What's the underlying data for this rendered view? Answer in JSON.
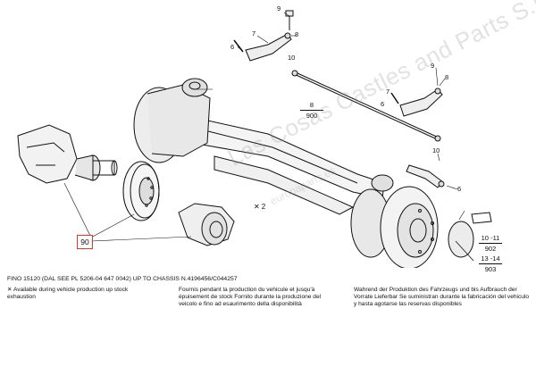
{
  "callouts": {
    "c9_top": "9",
    "c7_top": "7",
    "c6_top": "6",
    "c8_left": "8",
    "c10_left": "10",
    "c9_right": "9",
    "c8_right": "8",
    "c10_right": "10",
    "c7_right": "7",
    "c6_right": "6",
    "c6_lower": "6",
    "c2_star": "2",
    "ref_900": {
      "num": "8",
      "den": "900"
    },
    "ref_902": {
      "num": "10 -11",
      "den": "902"
    },
    "ref_903": {
      "num": "13 -14",
      "den": "903"
    },
    "ref_90": "90"
  },
  "star_symbol": "✕",
  "watermark": {
    "main": "Las Cosas Castles and Parts S.L.",
    "sub": "europaparts.es"
  },
  "footer": {
    "chassis_line": "FINO 15120 (DAL SEE PL 5206-04 647 0042) UP TO CHASSIS N.4196456/C044257",
    "note_en_symbol": "✕",
    "note_en": "Available during vehicle production up stock exhaustion",
    "note_fr": "Fournis pendant la production du vehicule et jusqu'à épuisement de stock Fornito durante la produzione del veicolo e fino ad esaurimento della disponibilità",
    "note_de": "Wahrend der Produktion des Fahrzeugs und bis Aufbrauch der Vorrate Lieferbar Se suministran durante la fabricación del vehiculo y hasta agotarse las reservas disponibles"
  },
  "colors": {
    "highlight": "#e23a20",
    "line": "#111111",
    "watermark": "#969696"
  }
}
